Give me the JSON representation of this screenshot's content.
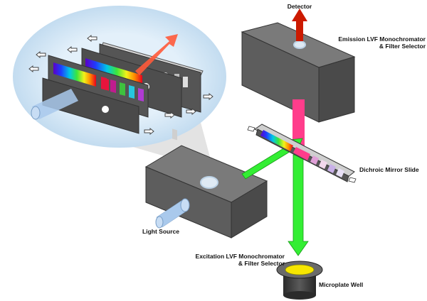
{
  "labels": {
    "detector": "Detector",
    "emission": [
      "Emission LVF Monochromator",
      "& Filter Selector"
    ],
    "dichroic": "Dichroic Mirror Slide",
    "light_source": "Light Source",
    "excitation": [
      "Excitation LVF Monochromator",
      "& Filter Selector"
    ],
    "microplate": "Microplate Well"
  },
  "icons": [
    "arrow-icon",
    "spectrum-filter",
    "light-beam"
  ],
  "colors": {
    "box": "#5d5d5d",
    "zoom_bubble": "#dcecf8",
    "excitation_beam": "#33ee33",
    "emission_beam": "#ff3d8b",
    "detector_arrow": "#cc1a00",
    "source_beam": "#a9c9ec",
    "well_fill": "#f6e600"
  }
}
